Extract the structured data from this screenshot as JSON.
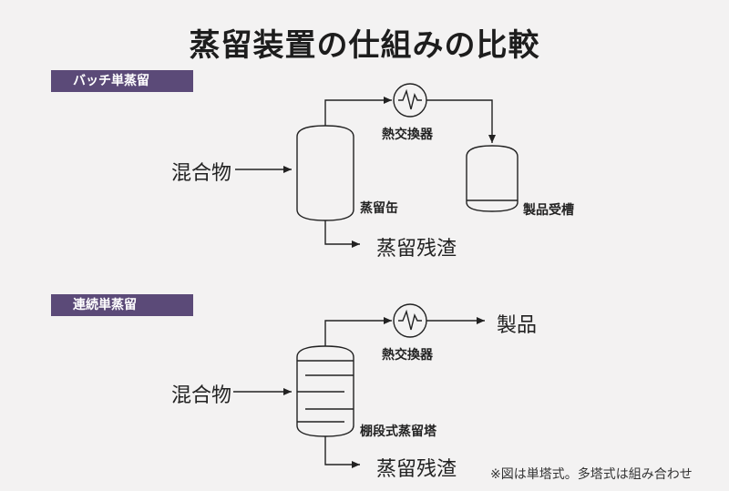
{
  "title": "蒸留装置の仕組みの比較",
  "sections": {
    "batch": {
      "label": "バッチ単蒸留",
      "feed": "混合物",
      "exchanger": "熱交換器",
      "still": "蒸留缶",
      "receiver": "製品受槽",
      "residue": "蒸留残渣"
    },
    "continuous": {
      "label": "連続単蒸留",
      "feed": "混合物",
      "exchanger": "熱交換器",
      "product": "製品",
      "column": "棚段式蒸留塔",
      "residue": "蒸留残渣"
    }
  },
  "note": "※図は単塔式。多塔式は組み合わせ",
  "colors": {
    "section_label_bg": "#5b4a78",
    "line": "#222222",
    "background": "#f3f2f2"
  }
}
